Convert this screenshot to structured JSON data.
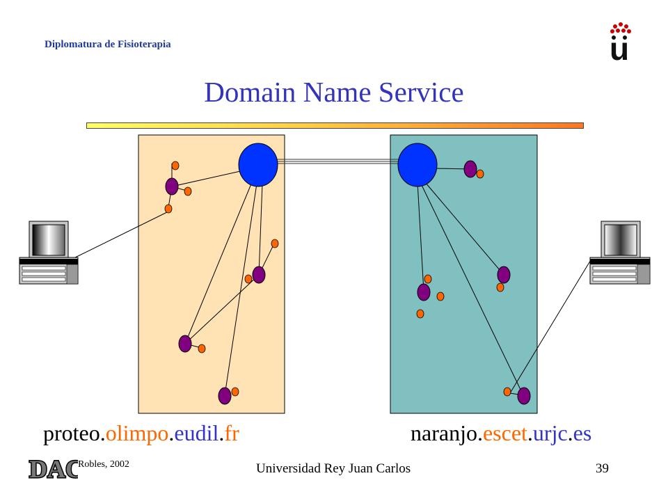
{
  "header": {
    "course": "Diplomatura de Fisioterapia",
    "logo_letter": "u"
  },
  "slide": {
    "title": "Domain Name Service"
  },
  "hosts": {
    "left": {
      "parts": [
        "proteo",
        ".",
        "olimpo",
        ".",
        "eudil",
        ".",
        "fr"
      ]
    },
    "right": {
      "parts": [
        "naranjo",
        ".",
        "escet",
        ".",
        "urjc",
        ".",
        "es"
      ]
    }
  },
  "footer": {
    "logo_text": "DAC",
    "author": "Robles, 2002",
    "center": "Universidad Rey Juan Carlos",
    "page": "39"
  },
  "colors": {
    "left_domain": "#ffe3b5",
    "right_domain": "#80c0c0",
    "router": "#0033ff",
    "node": "#800080",
    "leaf": "#ff6600",
    "title": "#3333bb",
    "course": "#1f3a9e"
  },
  "icons": [
    "computer-terminal-icon",
    "router-icon",
    "dac-logo",
    "urjc-logo"
  ]
}
